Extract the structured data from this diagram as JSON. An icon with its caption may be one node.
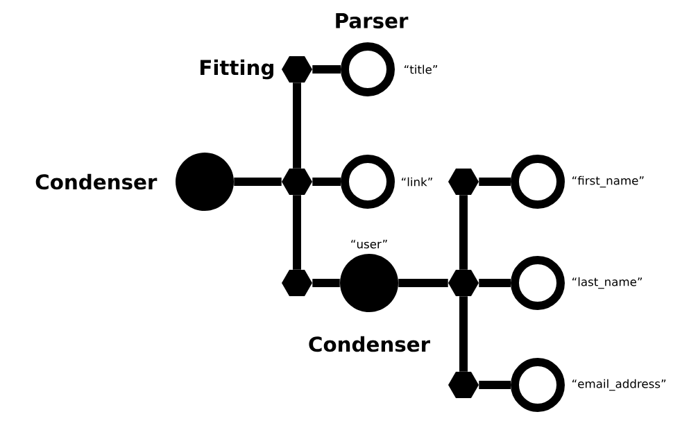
{
  "diagram": {
    "nodes": [
      {
        "text": [],
        "shape": "disc",
        "beside": [
          "Condenser"
        ]
      },
      {
        "text": [],
        "shape": "hexagon",
        "beside": [
          "Fitting"
        ]
      },
      {
        "text": [],
        "shape": "hexagon"
      },
      {
        "text": [],
        "shape": "hexagon"
      },
      {
        "text": [],
        "shape": "circle",
        "beside": [
          "“title”"
        ]
      },
      {
        "text": [],
        "shape": "circle",
        "beside": [
          "“link”"
        ]
      },
      {
        "text": [],
        "shape": "disc",
        "beside": [
          "“user”",
          "Condenser"
        ]
      },
      {
        "text": [],
        "shape": "hexagon"
      },
      {
        "text": [],
        "shape": "hexagon"
      },
      {
        "text": [],
        "shape": "hexagon"
      },
      {
        "text": [],
        "shape": "circle",
        "beside": [
          "“first_name”"
        ]
      },
      {
        "text": [],
        "shape": "circle",
        "beside": [
          "“last_name”"
        ]
      },
      {
        "text": [],
        "shape": "circle",
        "beside": [
          "“email_address”"
        ]
      }
    ],
    "edges": [
      {
        "from": 0,
        "to": 2,
        "arrow": "none"
      },
      {
        "from": 1,
        "to": 2,
        "arrow": "none"
      },
      {
        "from": 2,
        "to": 3,
        "arrow": "none"
      },
      {
        "from": 1,
        "to": 4,
        "arrow": "none"
      },
      {
        "from": 2,
        "to": 5,
        "arrow": "none"
      },
      {
        "from": 3,
        "to": 6,
        "arrow": "none"
      },
      {
        "from": 6,
        "to": 8,
        "arrow": "none"
      },
      {
        "from": 7,
        "to": 8,
        "arrow": "none"
      },
      {
        "from": 8,
        "to": 9,
        "arrow": "none"
      },
      {
        "from": 7,
        "to": 10,
        "arrow": "none"
      },
      {
        "from": 8,
        "to": 11,
        "arrow": "none"
      },
      {
        "from": 9,
        "to": 12,
        "arrow": "none"
      }
    ],
    "labels": [
      "Parser"
    ]
  }
}
